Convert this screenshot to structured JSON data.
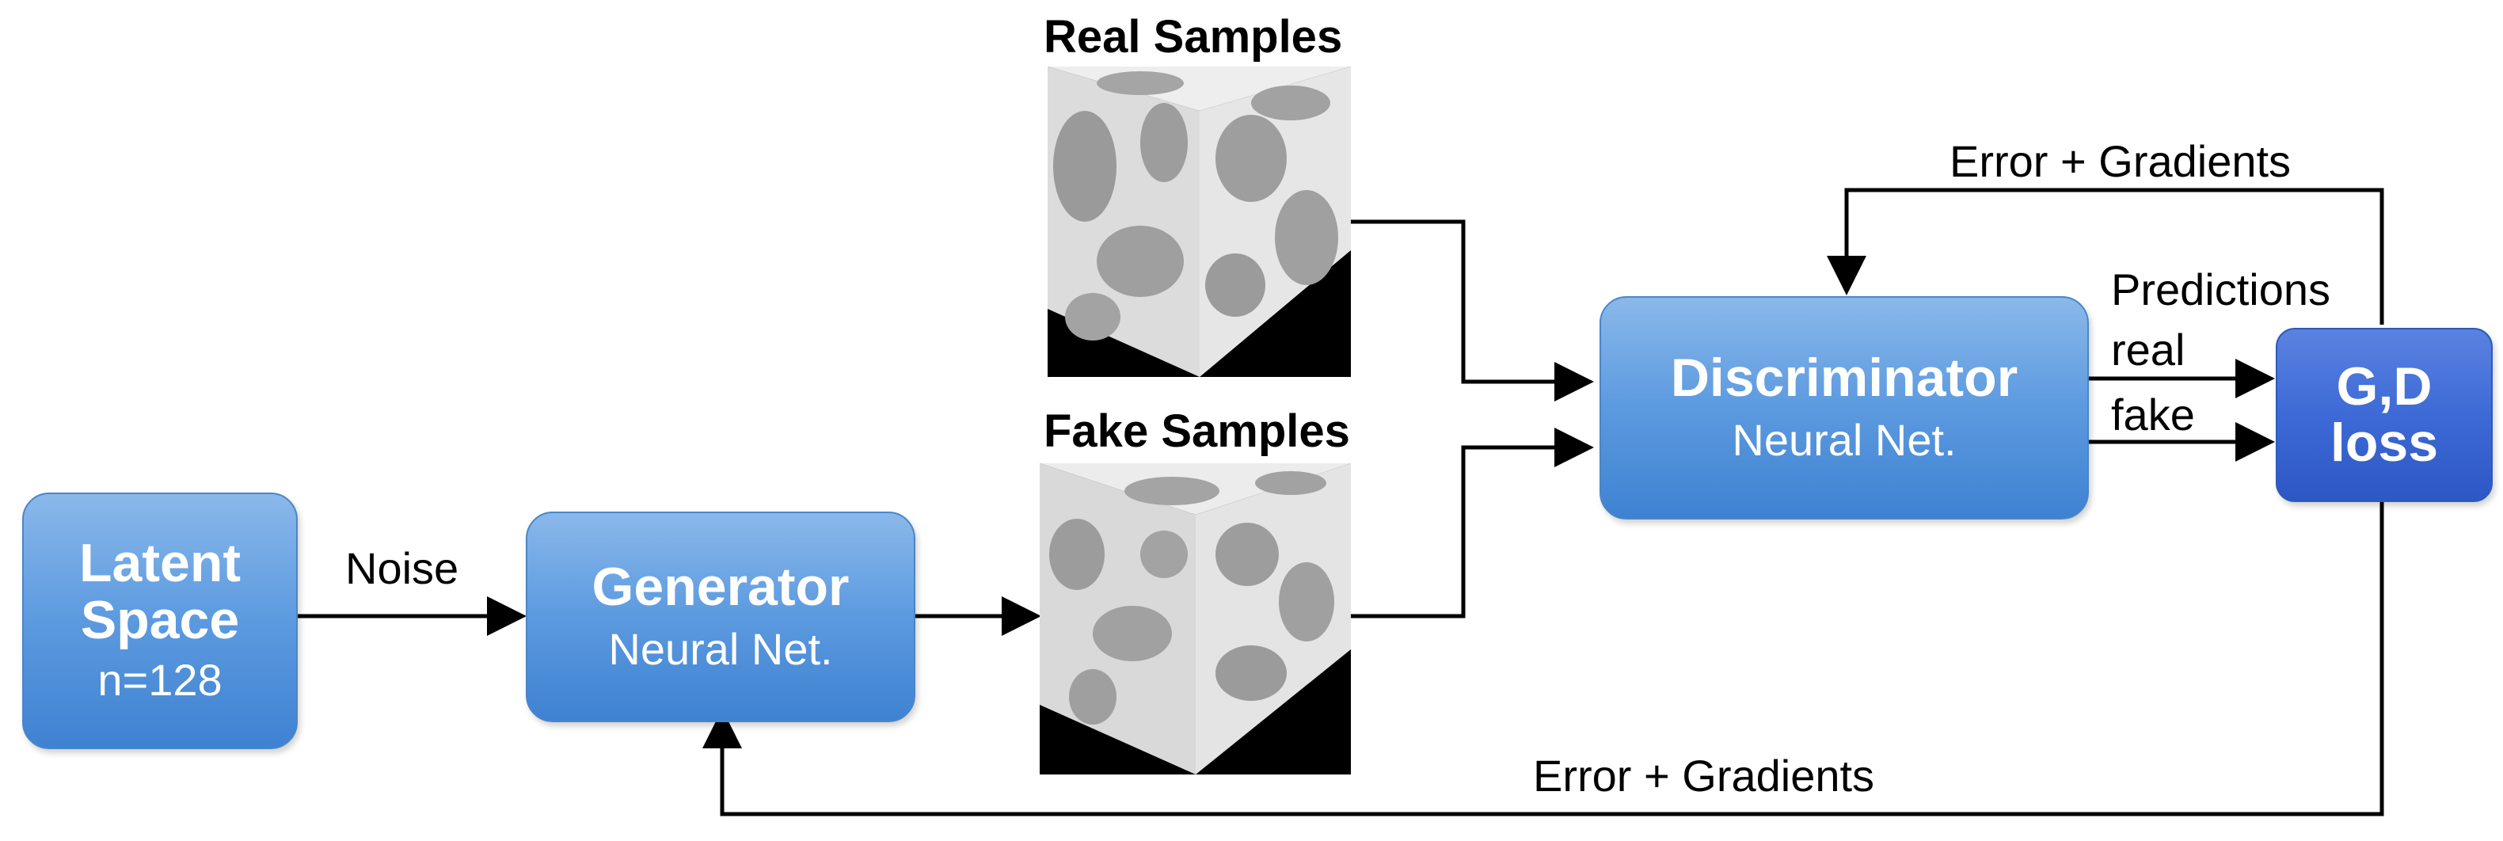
{
  "nodes": {
    "latent": {
      "title_line1": "Latent",
      "title_line2": "Space",
      "subtitle": "n=128"
    },
    "generator": {
      "title": "Generator",
      "subtitle": "Neural Net."
    },
    "discriminator": {
      "title": "Discriminator",
      "subtitle": "Neural Net."
    },
    "loss": {
      "title_line1": "G,D",
      "title_line2": "loss"
    }
  },
  "samples": {
    "real_label": "Real Samples",
    "fake_label": "Fake Samples"
  },
  "edges": {
    "noise": "Noise",
    "predictions": "Predictions",
    "real": "real",
    "fake": "fake",
    "error_top": "Error + Gradients",
    "error_bottom": "Error + Gradients"
  },
  "colors": {
    "box_blue": "#5d9be0",
    "box_dark_blue": "#3d6ad6",
    "arrow": "#000000"
  }
}
